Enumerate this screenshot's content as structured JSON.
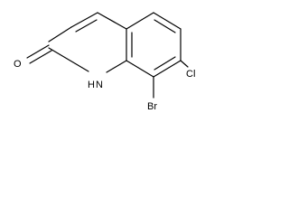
{
  "molecule": {
    "atom_labels": {
      "oxygen": "O",
      "nh": "H",
      "n": "N",
      "cl": "Cl",
      "br": "Br"
    },
    "colors": {
      "bond": "#000000",
      "label": "#000000",
      "background": "#ffffff"
    }
  }
}
